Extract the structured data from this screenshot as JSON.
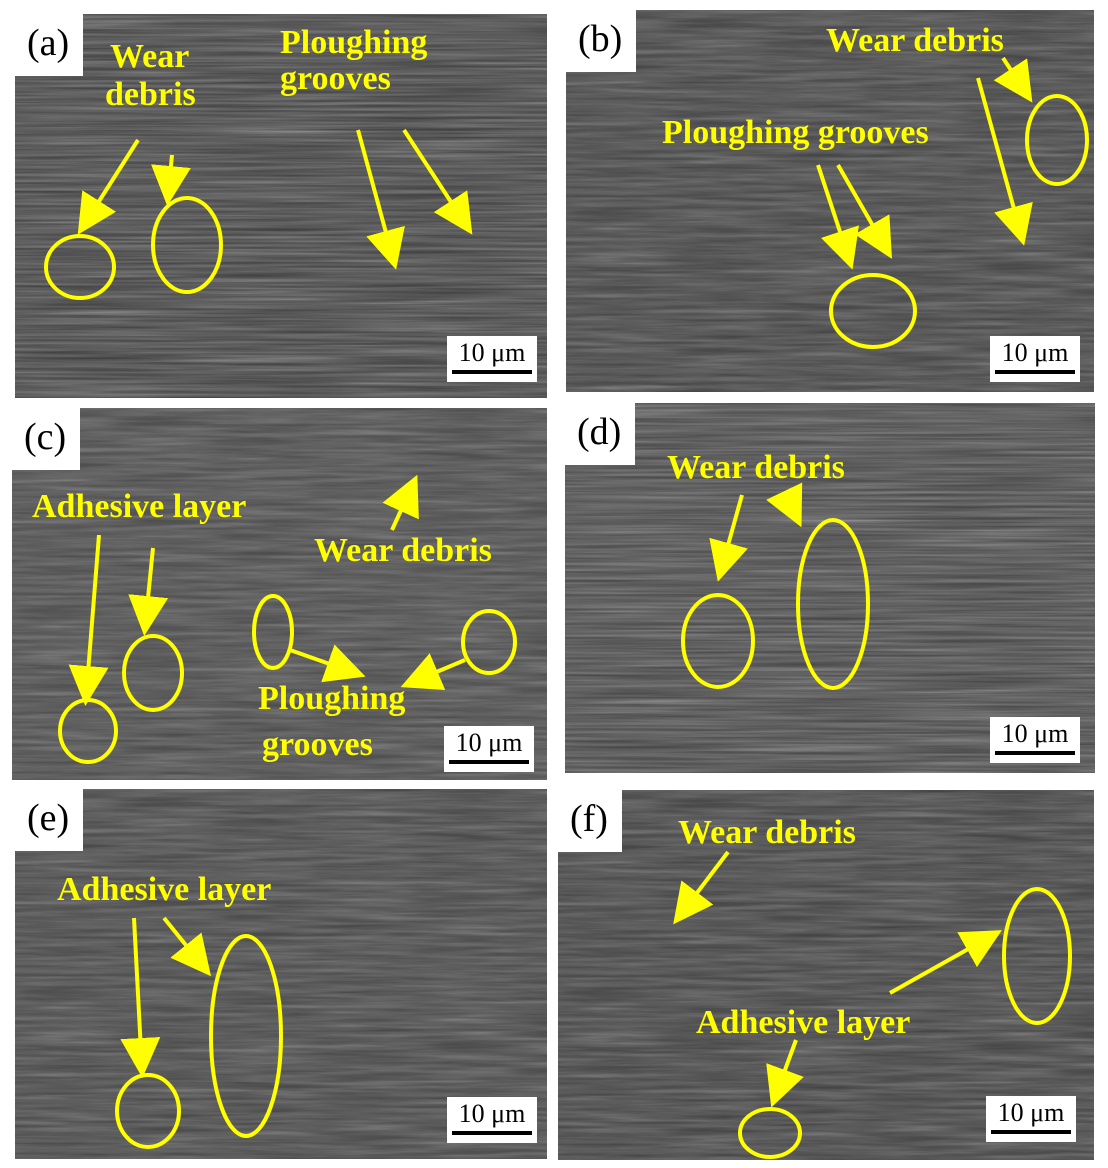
{
  "panels": [
    {
      "label": "(a)",
      "scale": "10 μm",
      "annotations": [
        "Wear",
        "debris",
        "Ploughing",
        "grooves"
      ]
    },
    {
      "label": "(b)",
      "scale": "10 μm",
      "annotations": [
        "Wear debris",
        "Ploughing grooves"
      ]
    },
    {
      "label": "(c)",
      "scale": "10 μm",
      "annotations": [
        "Adhesive layer",
        "Wear debris",
        "Ploughing",
        "grooves"
      ]
    },
    {
      "label": "(d)",
      "scale": "10 μm",
      "annotations": [
        "Wear debris"
      ]
    },
    {
      "label": "(e)",
      "scale": "10 μm",
      "annotations": [
        "Adhesive layer"
      ]
    },
    {
      "label": "(f)",
      "scale": "10 μm",
      "annotations": [
        "Wear debris",
        "Adhesive layer"
      ]
    }
  ],
  "colors": {
    "annotation": "#ffff00",
    "micrograph_a": "#3a3a3a",
    "micrograph_b": "#404040",
    "micrograph_c": "#474747",
    "micrograph_d": "#414141",
    "micrograph_e": "#434343",
    "micrograph_f": "#3f3f3f"
  }
}
